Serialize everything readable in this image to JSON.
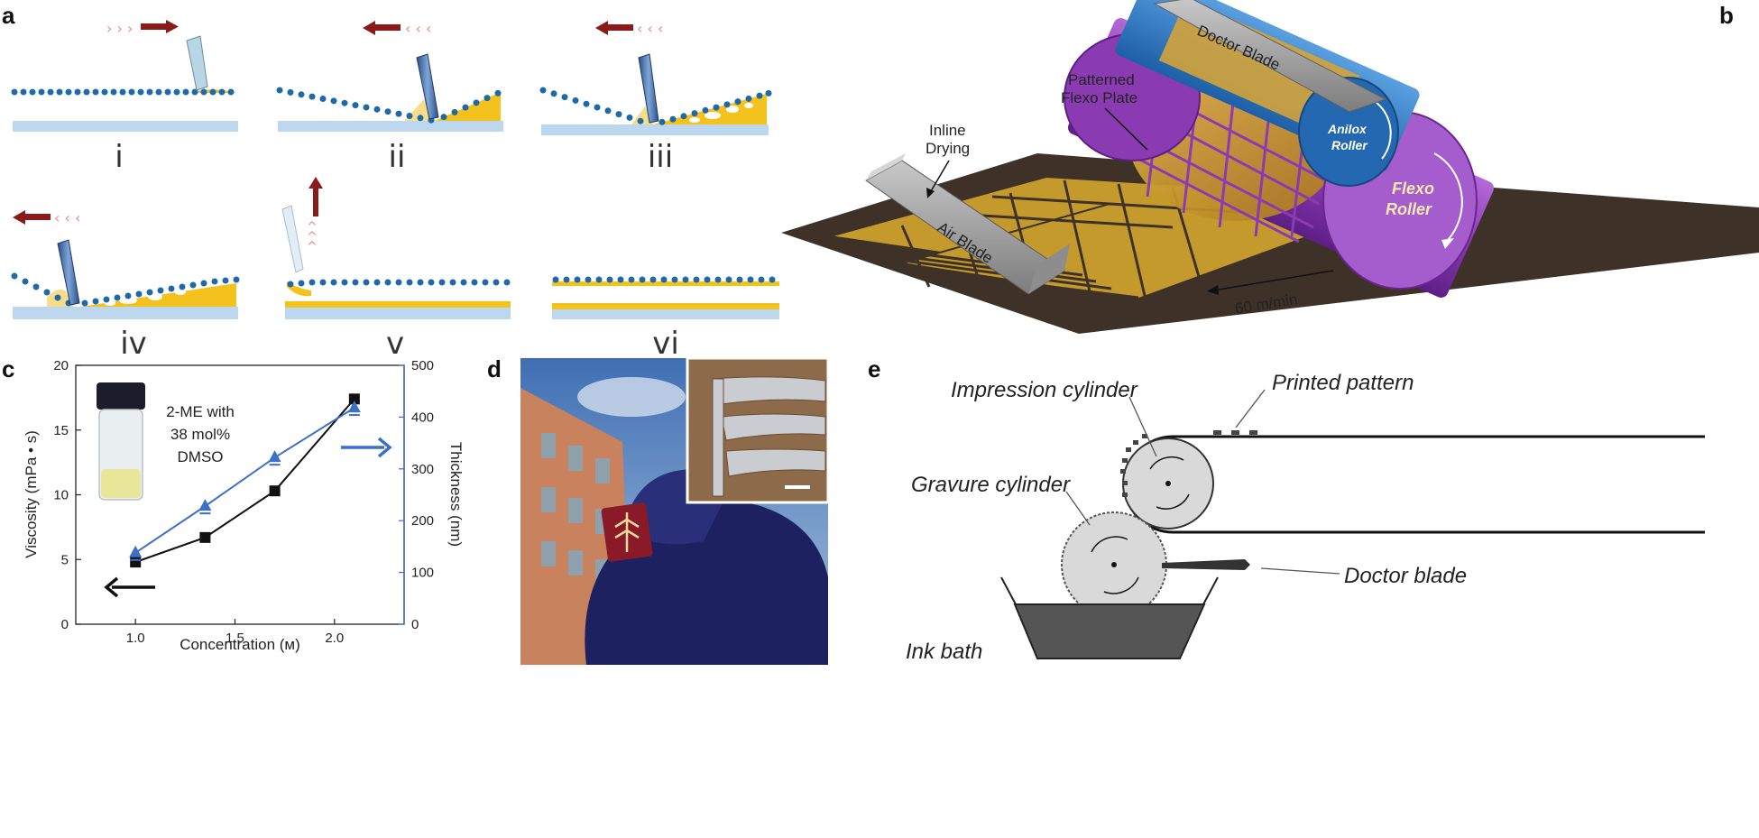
{
  "panel_labels": {
    "a": "a",
    "b": "b",
    "c": "c",
    "d": "d",
    "e": "e"
  },
  "steps": [
    "i",
    "ii",
    "iii",
    "iv",
    "v",
    "vi"
  ],
  "flexo": {
    "doctor_blade": "Doctor Blade",
    "plate_line1": "Patterned",
    "plate_line2": "Flexo Plate",
    "drying_line1": "Inline",
    "drying_line2": "Drying",
    "anilox_line1": "Anilox",
    "anilox_line2": "Roller",
    "flexo_line1": "Flexo",
    "flexo_line2": "Roller",
    "air_blade": "Air Blade",
    "speed": "60 m/min"
  },
  "photo": {
    "annotation": ""
  },
  "gravure": {
    "impression": "Impression cylinder",
    "printed": "Printed pattern",
    "gravure_cyl": "Gravure cylinder",
    "doctor": "Doctor blade",
    "ink": "Ink bath"
  },
  "colors": {
    "ink": "#f4c21c",
    "substrate": "#bcd7ee",
    "arrow": "#8b1a1a",
    "purple": "#8a3bb2",
    "blue_series": "#3d6fc7"
  },
  "chart_data": {
    "type": "line",
    "xlabel": "Concentration (м)",
    "ylabel": "Viscosity (mPa • s)",
    "y2label": "Thickness (nm)",
    "xlim": [
      0.7,
      2.35
    ],
    "ylim": [
      0,
      20
    ],
    "y2lim": [
      0,
      500
    ],
    "xticks": [
      1.0,
      1.5,
      2.0
    ],
    "yticks": [
      0,
      5,
      10,
      15,
      20
    ],
    "y2ticks": [
      0,
      100,
      200,
      300,
      400,
      500
    ],
    "inset_text": [
      "2-ME with",
      "38 mol%",
      "DMSO"
    ],
    "series": [
      {
        "axis": "left",
        "color": "#111111",
        "marker": "square",
        "x": [
          1.0,
          1.35,
          1.7,
          2.1
        ],
        "values": [
          4.8,
          6.7,
          10.3,
          17.4
        ]
      },
      {
        "axis": "right",
        "color": "#3d6fc7",
        "marker": "triangle",
        "x": [
          1.0,
          1.35,
          1.7,
          2.1
        ],
        "values": [
          138,
          228,
          322,
          418
        ]
      }
    ]
  }
}
